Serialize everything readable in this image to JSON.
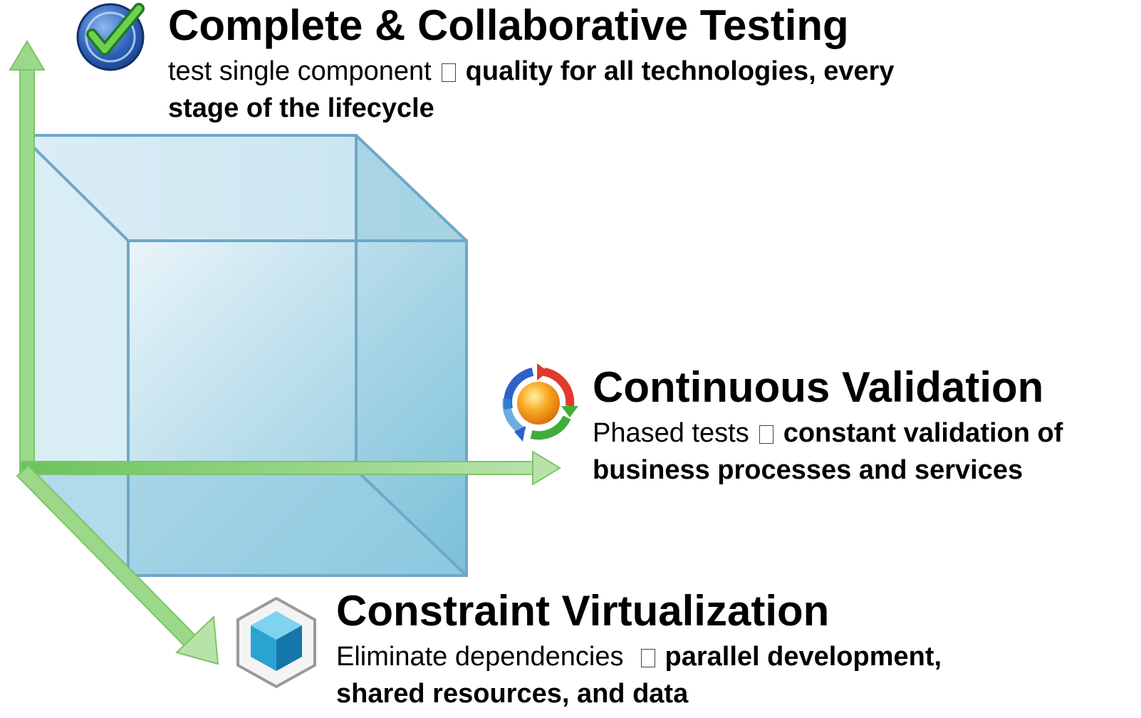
{
  "colors": {
    "cube_fill": "#a9d6e6",
    "cube_edge": "#6ea8c8",
    "arrow_green": "#8fd47a",
    "icon_blue": "#1f4e9c",
    "icon_check": "#4cbc3c",
    "icon_orange": "#f39a1a",
    "icon_cube": "#2ba3d1"
  },
  "sections": {
    "testing": {
      "icon": "checkmark-badge-icon",
      "title": "Complete & Collaborative Testing",
      "desc_plain": "test single component",
      "desc_strong": "quality for all technologies, every stage of the lifecycle"
    },
    "validation": {
      "icon": "cycle-arrows-icon",
      "title": "Continuous Validation",
      "desc_plain": "Phased tests",
      "desc_strong": "constant validation of business processes and services"
    },
    "virtualization": {
      "icon": "blue-cube-icon",
      "title": "Constraint Virtualization",
      "desc_plain": "Eliminate dependencies",
      "desc_strong": "parallel development, shared resources, and data"
    }
  }
}
